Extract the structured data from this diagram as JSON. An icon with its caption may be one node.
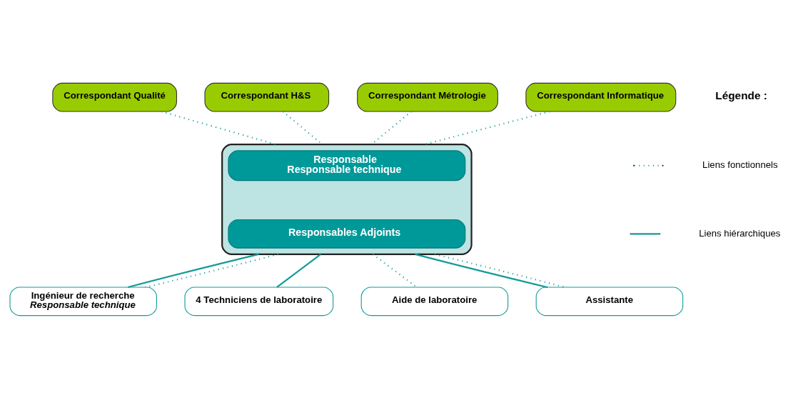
{
  "diagram": {
    "nodes": [
      {
        "text": [],
        "shape": "box"
      },
      {
        "text": [
          "Responsable",
          "Responsable technique"
        ],
        "in": 0
      },
      {
        "text": [
          "Responsables Adjoints"
        ],
        "in": 0
      },
      {
        "text": [
          "Correspondant Qualité"
        ]
      },
      {
        "text": [
          "Correspondant H&S"
        ]
      },
      {
        "text": [
          "Correspondant Métrologie"
        ]
      },
      {
        "text": [
          "Correspondant Informatique"
        ]
      },
      {
        "text": [
          "Ingénieur de recherche",
          "*Responsable technique*"
        ]
      },
      {
        "text": [
          "4 Techniciens de laboratoire"
        ]
      },
      {
        "text": [
          "Aide de laboratoire"
        ]
      },
      {
        "text": [
          "Assistante"
        ]
      }
    ],
    "edges": [
      {
        "from": 3,
        "to": 0,
        "arrow": "none",
        "style": "dashed"
      },
      {
        "from": 4,
        "to": 0,
        "arrow": "none",
        "style": "dashed"
      },
      {
        "from": 5,
        "to": 0,
        "arrow": "none",
        "style": "dashed"
      },
      {
        "from": 6,
        "to": 0,
        "arrow": "none",
        "style": "dashed"
      },
      {
        "from": 0,
        "to": 7,
        "arrow": "none"
      },
      {
        "from": 0,
        "to": 7,
        "arrow": "none",
        "style": "dashed"
      },
      {
        "from": 0,
        "to": 8,
        "arrow": "none"
      },
      {
        "from": 0,
        "to": 9,
        "arrow": "none",
        "style": "dashed"
      },
      {
        "from": 0,
        "to": 10,
        "arrow": "none"
      },
      {
        "from": 0,
        "to": 10,
        "arrow": "none",
        "style": "dashed"
      }
    ],
    "labels": [
      "Légende :"
    ],
    "legend": [
      {
        "text": "Liens fonctionnels"
      },
      {
        "text": "Liens hiérarchiques"
      }
    ]
  }
}
